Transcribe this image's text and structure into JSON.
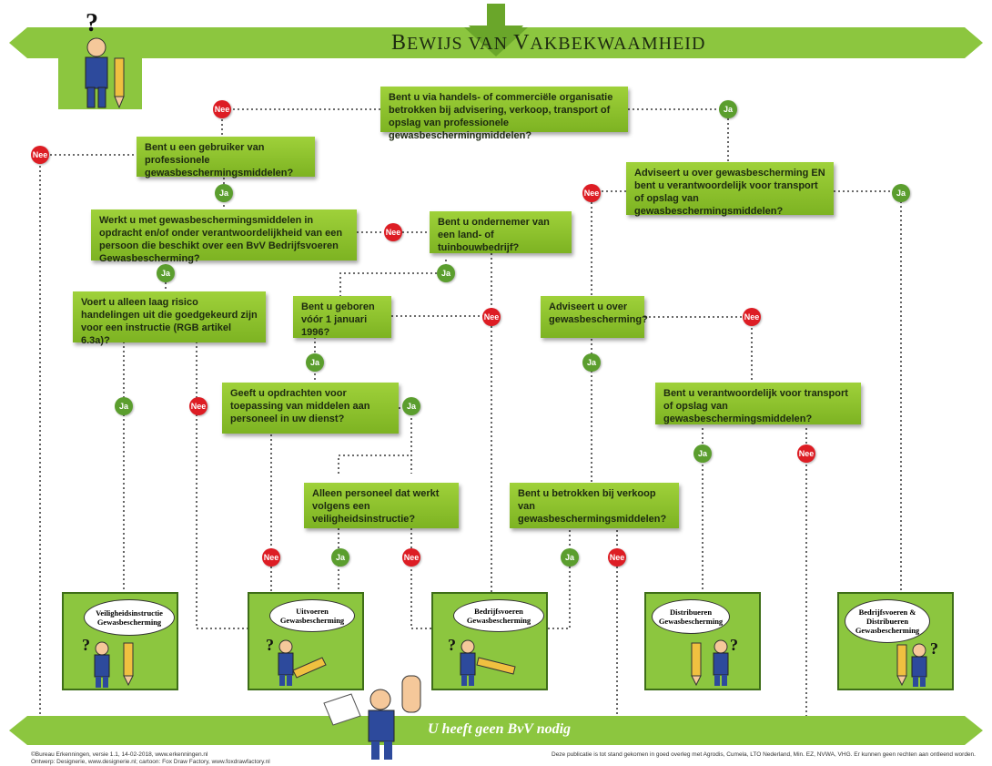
{
  "title": "Bewijs van Vakbekwaamheid",
  "title_parts": [
    "B",
    "EWIJS VAN ",
    "V",
    "AKBEKWAAMHEID"
  ],
  "ja_label": "Ja",
  "nee_label": "Nee",
  "questions": {
    "q1": "Bent u via handels- of commerciële organisatie betrokken bij advisering, verkoop, transport of opslag van professionele gewasbeschermingmiddelen?",
    "q2": "Bent u een gebruiker van professionele gewasbeschermingsmiddelen?",
    "q3": "Adviseert u over gewasbescherming EN bent u verantwoordelijk voor transport of opslag van gewasbeschermingsmiddelen?",
    "q4": "Werkt u met gewasbeschermingsmiddelen in opdracht en/of onder verantwoordelijkheid van een persoon die beschikt over een BvV Bedrijfsvoeren Gewasbescherming?",
    "q5": "Bent u ondernemer van een land- of tuinbouwbedrijf?",
    "q6": "Voert u alleen laag risico handelingen uit die goedgekeurd zijn voor een instructie (RGB artikel 6.3a)?",
    "q7": "Bent u geboren vóór 1 januari 1996?",
    "q8": "Adviseert u over gewasbescherming?",
    "q9": "Geeft u opdrachten voor toepassing van middelen aan personeel in uw dienst?",
    "q10": "Bent u verantwoordelijk voor transport of opslag van gewasbeschermingsmiddelen?",
    "q11": "Alleen personeel dat werkt volgens een veiligheidsinstructie?",
    "q12": "Bent u betrokken bij verkoop van gewasbeschermingsmiddelen?"
  },
  "results": [
    "Veiligheidsinstructie Gewasbescherming",
    "Uitvoeren Gewasbescherming",
    "Bedrijfsvoeren Gewasbescherming",
    "Distribueren Gewasbescherming",
    "Bedrijfsvoeren & Distribueren Gewasbescherming"
  ],
  "no_bvv": "U heeft geen BvV nodig",
  "footer_left": [
    "©Bureau Erkenningen, versie 1.1, 14-02-2018, www.erkenningen.nl",
    "Ontwerp: Designerie, www.designerie.nl; cartoon: Fox Draw Factory, www.foxdrawfactory.nl"
  ],
  "footer_right": "Deze publicatie is tot stand gekomen in goed overleg met Agrodis, Cumela, LTO Nederland, Min. EZ, NVWA, VHG. Er kunnen geen rechten aan ontleend worden.",
  "colors": {
    "green": "#8cc63f",
    "dark_green": "#3e6e18",
    "ja": "#5b9e2e",
    "nee": "#dd1d24"
  }
}
